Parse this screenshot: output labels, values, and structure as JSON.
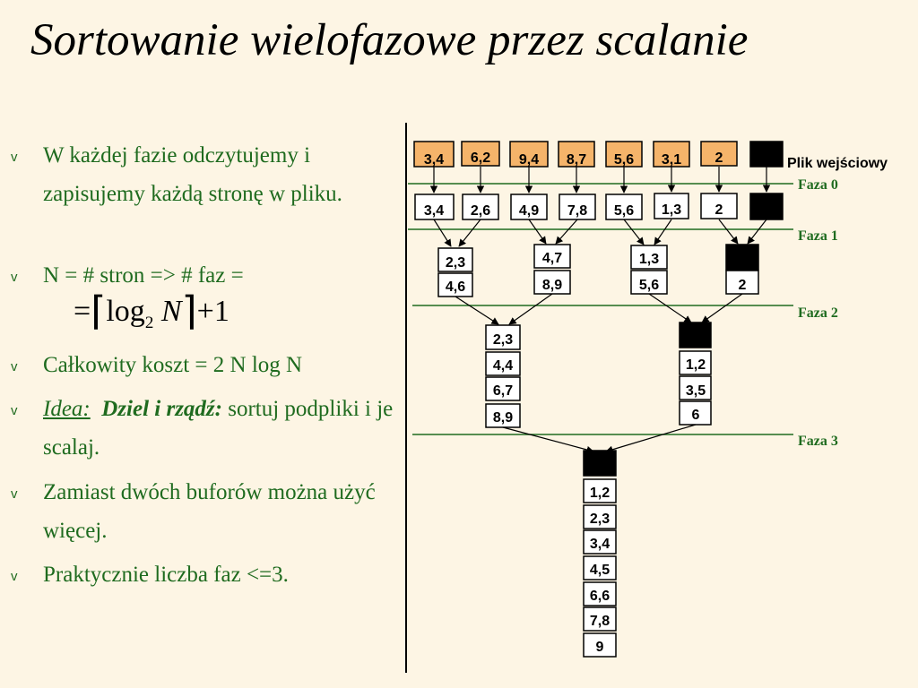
{
  "title": "Sortowanie wielofazowe przez scalanie",
  "bullet_marker": "v",
  "bullets": {
    "b1": "W każdej fazie odczytujemy i zapisujemy każdą stronę w pliku.",
    "b2": "N = # stron => # faz =",
    "b3": "Całkowity koszt = 2 N log N",
    "b4_idea": "Idea:",
    "b4_bold": "Dziel i rządź:",
    "b4_rest": " sortuj podpliki i je scalaj.",
    "b5": "Zamiast dwóch buforów można użyć więcej.",
    "b6": "Praktycznie liczba faz <=3."
  },
  "formula": {
    "eq": "=",
    "log": "log",
    "base": "2",
    "n": "N",
    "plus": "+1"
  },
  "diagram": {
    "input_label": "Plik wejściowy",
    "phases": [
      "Faza 0",
      "Faza 1",
      "Faza 2",
      "Faza 3"
    ],
    "input_pages": [
      "3,4",
      "6,2",
      "9,4",
      "8,7",
      "5,6",
      "3,1",
      "2",
      ""
    ],
    "phase0_pages": [
      "3,4",
      "2,6",
      "4,9",
      "7,8",
      "5,6",
      "1,3",
      "2",
      ""
    ],
    "phase1_runs": [
      [
        "2,3",
        "4,6"
      ],
      [
        "4,7",
        "8,9"
      ],
      [
        "1,3",
        "5,6"
      ],
      [
        "",
        "2"
      ]
    ],
    "phase2_runs": [
      [
        "2,3",
        "4,4",
        "6,7",
        "8,9"
      ],
      [
        "",
        "1,2",
        "3,5",
        "6"
      ]
    ],
    "phase3_run": [
      "",
      "1,2",
      "2,3",
      "3,4",
      "4,5",
      "6,6",
      "7,8",
      "9"
    ]
  },
  "colors": {
    "text_green": "#1f6b1f",
    "input_orange": "#f5b46a",
    "background": "#fdf5e4"
  }
}
